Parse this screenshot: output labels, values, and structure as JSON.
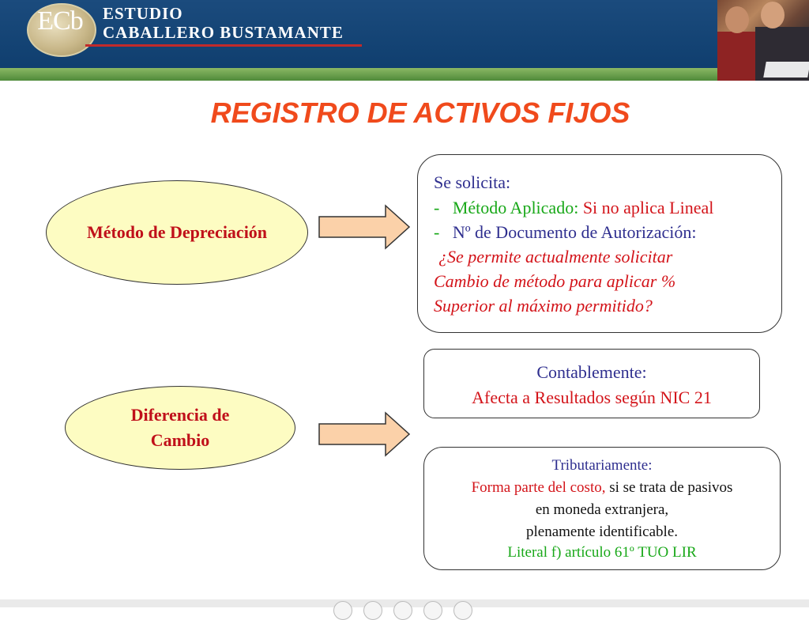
{
  "header": {
    "logo_text": "ECb",
    "brand_line1": "ESTUDIO",
    "brand_line2": "CABALLERO BUSTAMANTE"
  },
  "title": "REGISTRO DE ACTIVOS FIJOS",
  "ellipses": {
    "metodo": "Método de Depreciación",
    "diferencia_1": "Diferencia de",
    "diferencia_2": "Cambio"
  },
  "box1": {
    "l1": "Se solicita:",
    "l2_dash": "-",
    "l2_a": "Método Aplicado: ",
    "l2_b": "Si no aplica Lineal",
    "l3_dash": "-",
    "l3": "Nº de Documento de Autorización:",
    "l4": "¿Se permite actualmente solicitar",
    "l5": "Cambio de método para aplicar %",
    "l6": "Superior al máximo permitido?"
  },
  "box2": {
    "l1": "Contablemente:",
    "l2": "Afecta a Resultados según NIC 21"
  },
  "box3": {
    "l1": "Tributariamente:",
    "l2_a": "Forma parte del costo,",
    "l2_b": " si se trata de pasivos",
    "l3": "en moneda extranjera,",
    "l4": "plenamente identificable.",
    "l5": "Literal f) artículo 61º TUO LIR"
  },
  "colors": {
    "title": "#f04a1c",
    "ellipse_fill": "#fdfcc2",
    "arrow_fill": "#fbd1a9",
    "blue_text": "#2f2f8f",
    "green_text": "#18a818",
    "red_text": "#d3141a"
  }
}
